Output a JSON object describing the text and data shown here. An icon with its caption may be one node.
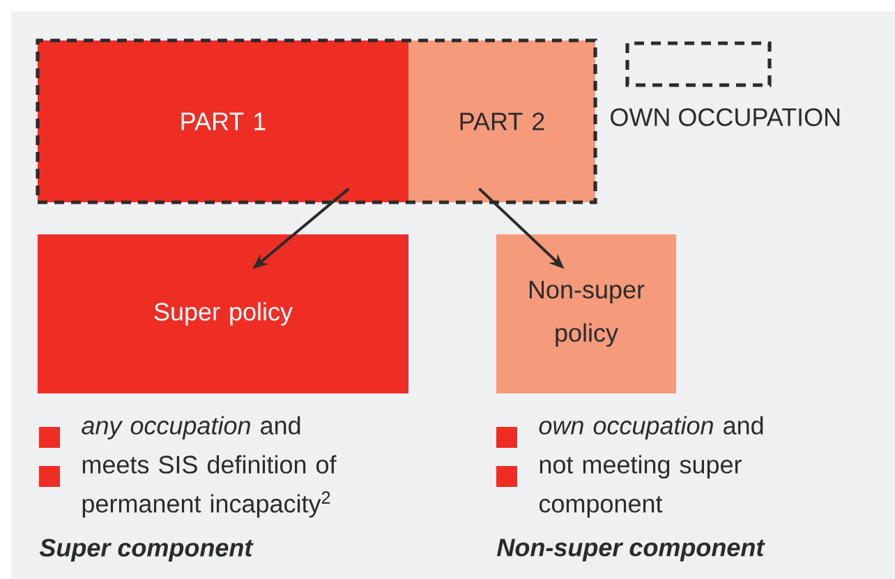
{
  "diagram": {
    "nodes": [
      {
        "text": [],
        "shape": "box"
      },
      {
        "text": [
          "PART 1"
        ],
        "in": 0
      },
      {
        "text": [
          "PART 2"
        ],
        "in": 0
      },
      {
        "text": [
          "Super policy"
        ]
      },
      {
        "text": [
          "Non-super policy"
        ]
      }
    ],
    "edges": [
      {
        "from": 1,
        "to": 3,
        "arrow": "to"
      },
      {
        "from": 2,
        "to": 4,
        "arrow": "to"
      }
    ],
    "labels": [
      "*any occupation* and",
      "meets SIS definition of permanent incapacity$^{2}$",
      "Super component",
      "*own occupation* and",
      "not meeting super component",
      "Non-super component"
    ],
    "legend": [
      {
        "text": "OWN OCCUPATION"
      }
    ]
  }
}
